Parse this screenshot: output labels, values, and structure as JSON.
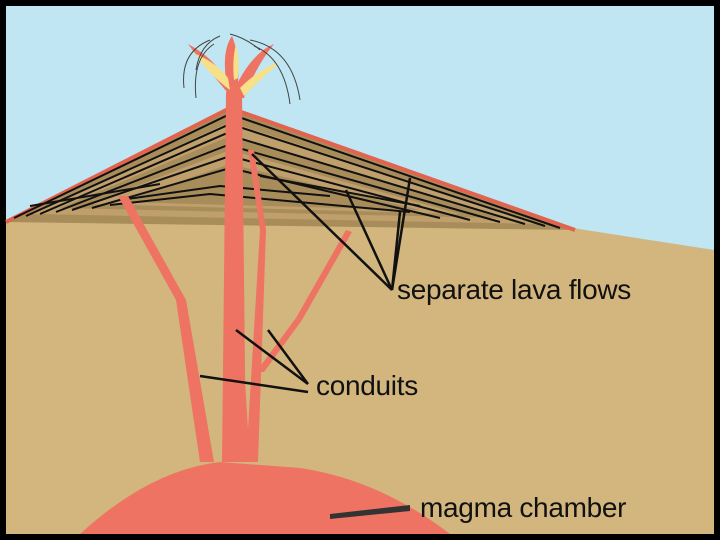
{
  "labels": {
    "lava_flows": "separate lava flows",
    "conduits": "conduits",
    "magma_chamber": "magma chamber"
  },
  "colors": {
    "sky": "#BFE6F2",
    "ground": "#D2B67E",
    "layers": "#A88C5A",
    "magma": "#EE7362",
    "eruption_yellow": "#F7E08A",
    "outline": "#111111"
  }
}
